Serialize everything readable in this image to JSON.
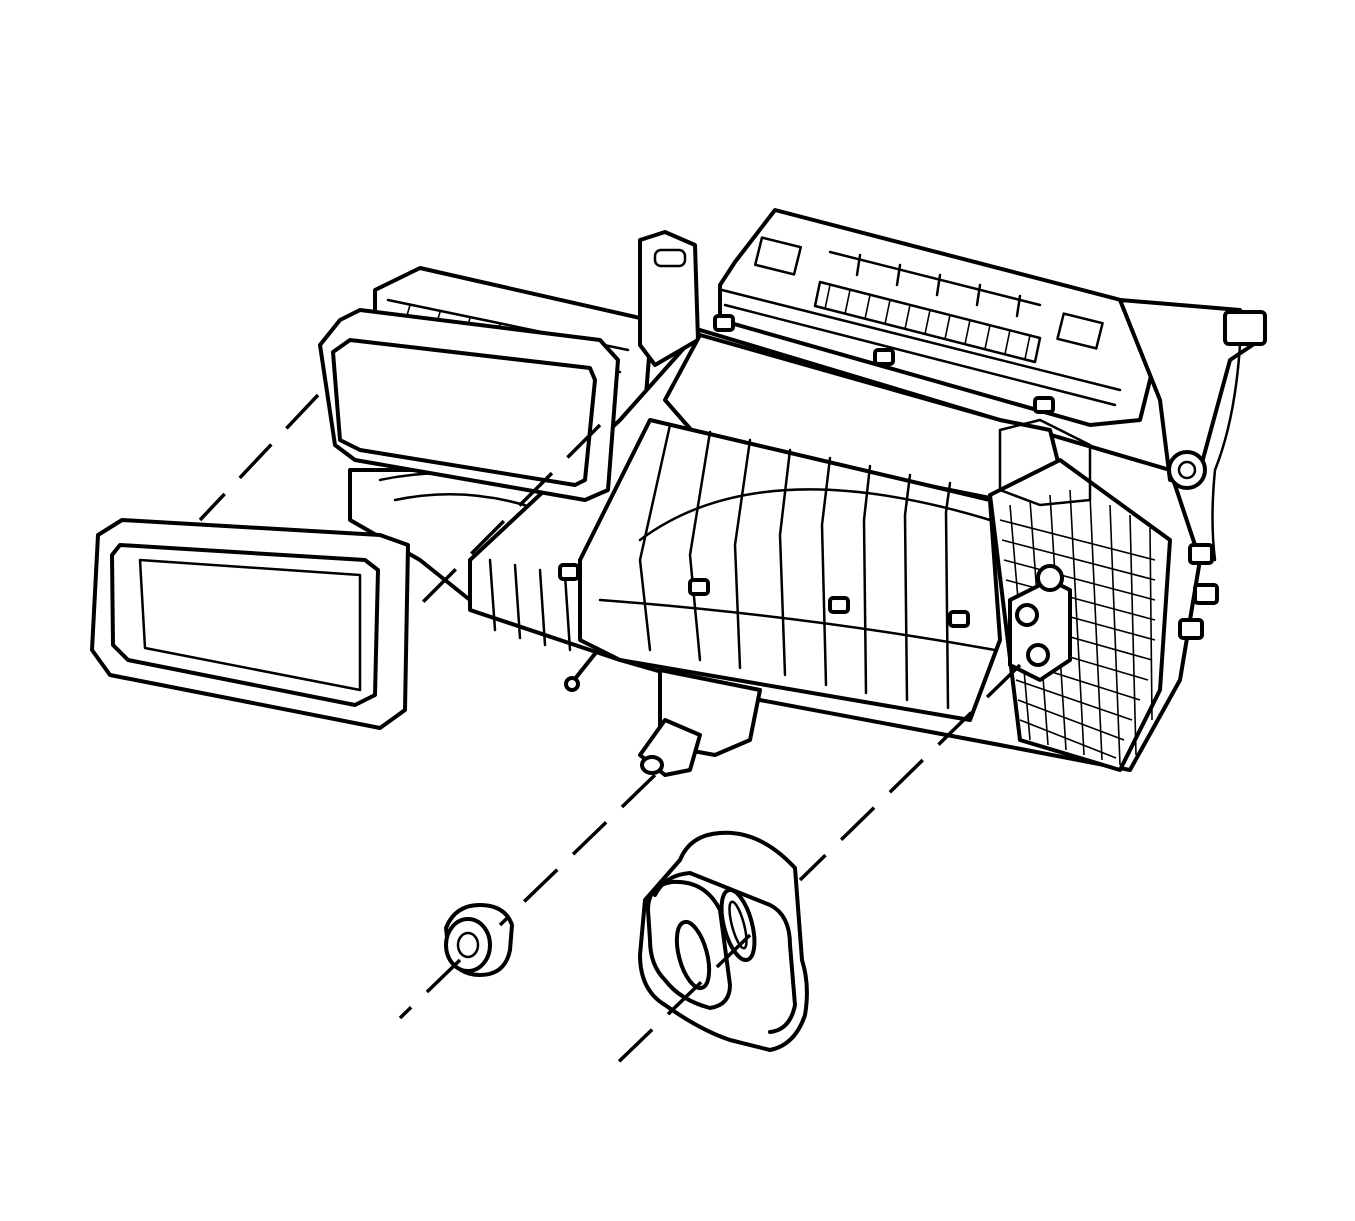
{
  "diagram": {
    "kind": "exploded-assembly-line-drawing",
    "labels": [],
    "parts": [
      {
        "name": "hvac-module-housing",
        "icon": "hvac-housing-icon"
      },
      {
        "name": "rectangular-duct-seal",
        "icon": "gasket-frame-icon"
      },
      {
        "name": "drain-tube-grommet",
        "icon": "grommet-icon"
      },
      {
        "name": "evaporator-tube-seal",
        "icon": "tube-seal-icon"
      }
    ],
    "stroke_color": "#000000",
    "background_color": "#ffffff"
  }
}
